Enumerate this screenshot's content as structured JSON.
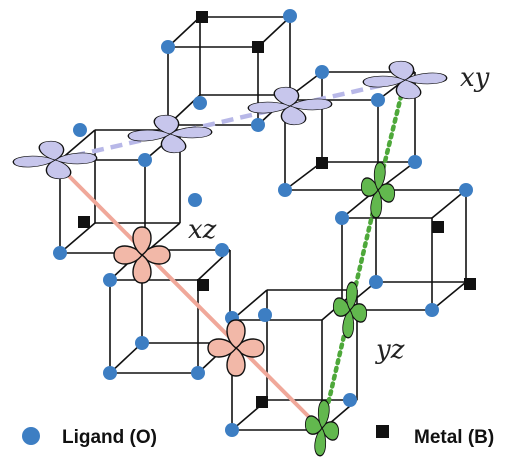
{
  "orbital_labels": {
    "xy": "xy",
    "xz": "xz",
    "yz": "yz"
  },
  "legend": {
    "ligand": "Ligand (O)",
    "metal": "Metal (B)"
  },
  "colors": {
    "xy_lobe": "#c7c6ec",
    "xz_lobe": "#f2b8a8",
    "yz_lobe": "#62b84e",
    "xz_line": "#f0a89a",
    "xy_dash": "#b8b8e8",
    "yz_dot": "#4ea83a",
    "ligand": "#3d7ec3",
    "metal": "#111111",
    "cube_edge": "#111111"
  }
}
